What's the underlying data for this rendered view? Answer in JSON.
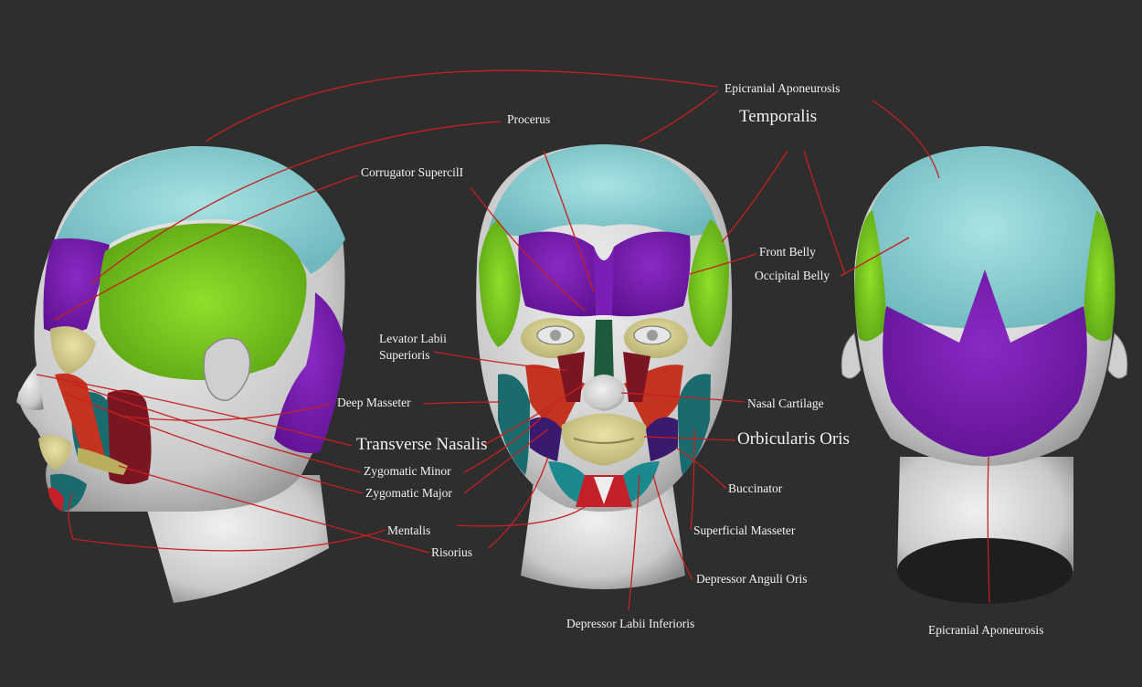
{
  "labels": {
    "epicranial_top": "Epicranial Aponeurosis",
    "temporalis": "Temporalis",
    "procerus": "Procerus",
    "corrugator": "Corrugator SupercilI",
    "front_belly": "Front Belly",
    "occipital_belly": "Occipital Belly",
    "levator_line1": "Levator Labii",
    "levator_line2": "Superioris",
    "deep_masseter": "Deep Masseter",
    "nasal_cartilage": "Nasal Cartilage",
    "transverse_nasalis": "Transverse Nasalis",
    "orbicularis_oris": "Orbicularis Oris",
    "zygomatic_minor": "Zygomatic Minor",
    "zygomatic_major": "Zygomatic Major",
    "buccinator": "Buccinator",
    "mentalis": "Mentalis",
    "superficial_masseter": "Superficial Masseter",
    "risorius": "Risorius",
    "depressor_anguli": "Depressor Anguli Oris",
    "depressor_labii": "Depressor Labii Inferioris",
    "epicranial_bottom": "Epicranial Aponeurosis"
  },
  "colors": {
    "background": "#2e2e2e",
    "label_text": "#f2f2f2",
    "leader_line": "#c62020",
    "epicranial_aponeurosis": "#8fd3d6",
    "temporalis": "#7fd122",
    "frontal_occipital_belly": "#7a1fb5",
    "nasal_and_lips": "#d6cf8e",
    "masseter": "#7a1522",
    "zygomatic": "#c43320",
    "buccinator": "#1a6b6e",
    "skin": "#dcdcdc"
  }
}
